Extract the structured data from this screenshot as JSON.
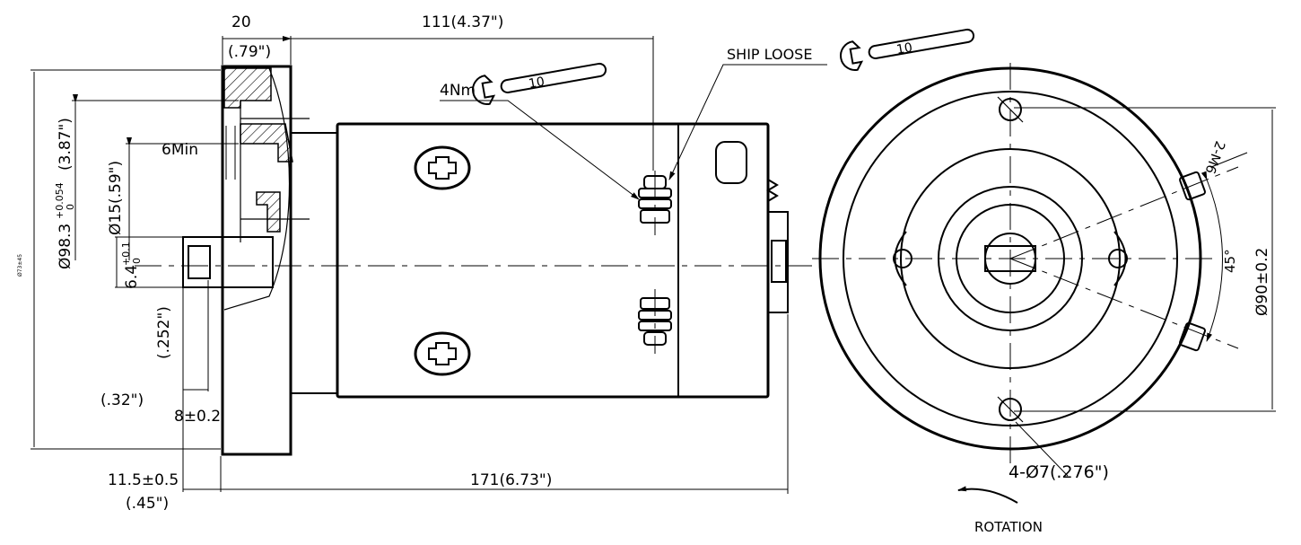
{
  "labels": {
    "flange_width": "20",
    "flange_width_in": "(.79\")",
    "body_length": "111(4.37\")",
    "ship_loose": "SHIP LOOSE",
    "torque": "4Nm",
    "wrench_size": "10",
    "min_depth": "6Min",
    "bore_dia_prefix": "Ø98.3",
    "bore_tol_upper": "+0.054",
    "bore_tol_lower": "0",
    "bore_dia_in": "(3.87\")",
    "pilot_dia": "Ø15(.59\")",
    "key_width": "6.4",
    "key_tol_upper": "+0.1",
    "key_tol_lower": "0",
    "key_width_in": "(.252\")",
    "shaft_len_in": "(.32\")",
    "shaft_len": "8±0.2",
    "offset": "11.5±0.5",
    "offset_in": "(.45\")",
    "overall_length": "171(6.73\")",
    "hole_spec": "4-Ø7(.276\")",
    "rotation": "ROTATION",
    "thread": "2-M6",
    "angle": "45°",
    "bolt_circle": "Ø90±0.2",
    "side_small": "Ø73±45"
  },
  "icons": [
    "wrench-icon",
    "phillips-screw-icon",
    "terminal-stud-icon",
    "rotation-arrow-icon"
  ]
}
